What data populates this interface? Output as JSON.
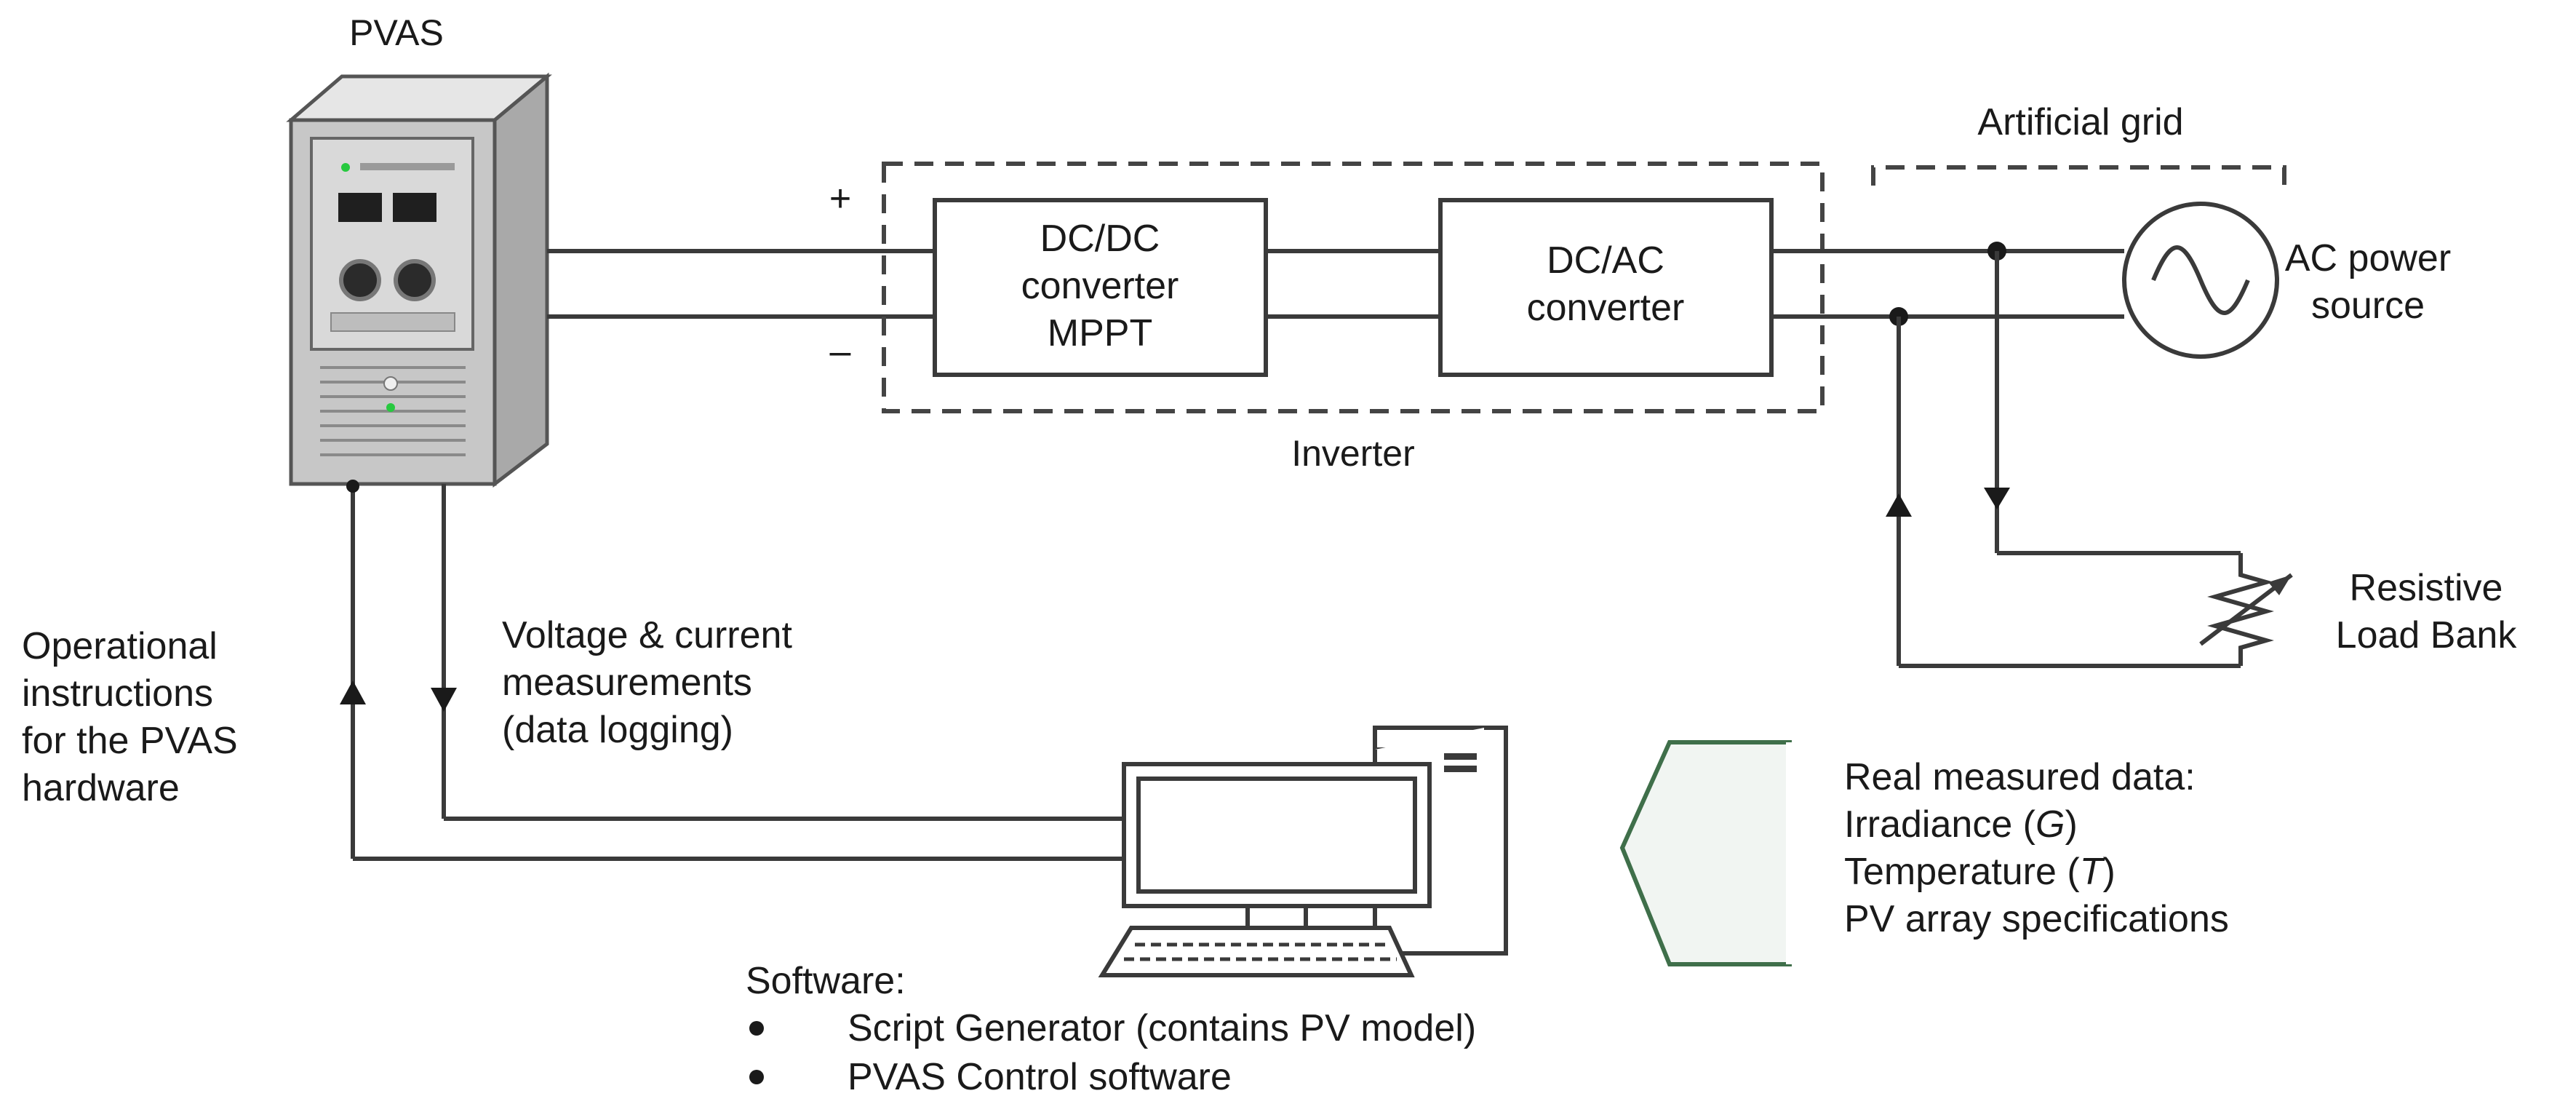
{
  "pvas": {
    "label": "PVAS"
  },
  "inverter": {
    "label": "Inverter",
    "dcdc_lines": [
      "DC/DC",
      "converter",
      "MPPT"
    ],
    "dcac_lines": [
      "DC/AC",
      "converter"
    ],
    "plus": "+",
    "minus": "–"
  },
  "grid": {
    "label": "Artificial grid",
    "ac_source_lines": [
      "AC power",
      "source"
    ],
    "load_lines": [
      "Resistive",
      "Load Bank"
    ]
  },
  "arrows": {
    "operational_lines": [
      "Operational",
      "instructions",
      "for the PVAS",
      "hardware"
    ],
    "measurement_lines": [
      "Voltage & current",
      "measurements",
      "(data logging)"
    ]
  },
  "real_data": {
    "lines": [
      "Real measured data:",
      "Irradiance (",
      "Temperature (",
      "PV array specifications"
    ],
    "irradiance_symbol": "G",
    "temperature_symbol": "T",
    "close_paren": ")"
  },
  "software": {
    "title": "Software:",
    "items": [
      "Script Generator (contains PV model)",
      "PVAS Control software"
    ]
  },
  "colors": {
    "arrow_outline": "#3f6f4a",
    "arrow_fill": "#f1f5f2",
    "cabinet": "#c7c7c7"
  }
}
